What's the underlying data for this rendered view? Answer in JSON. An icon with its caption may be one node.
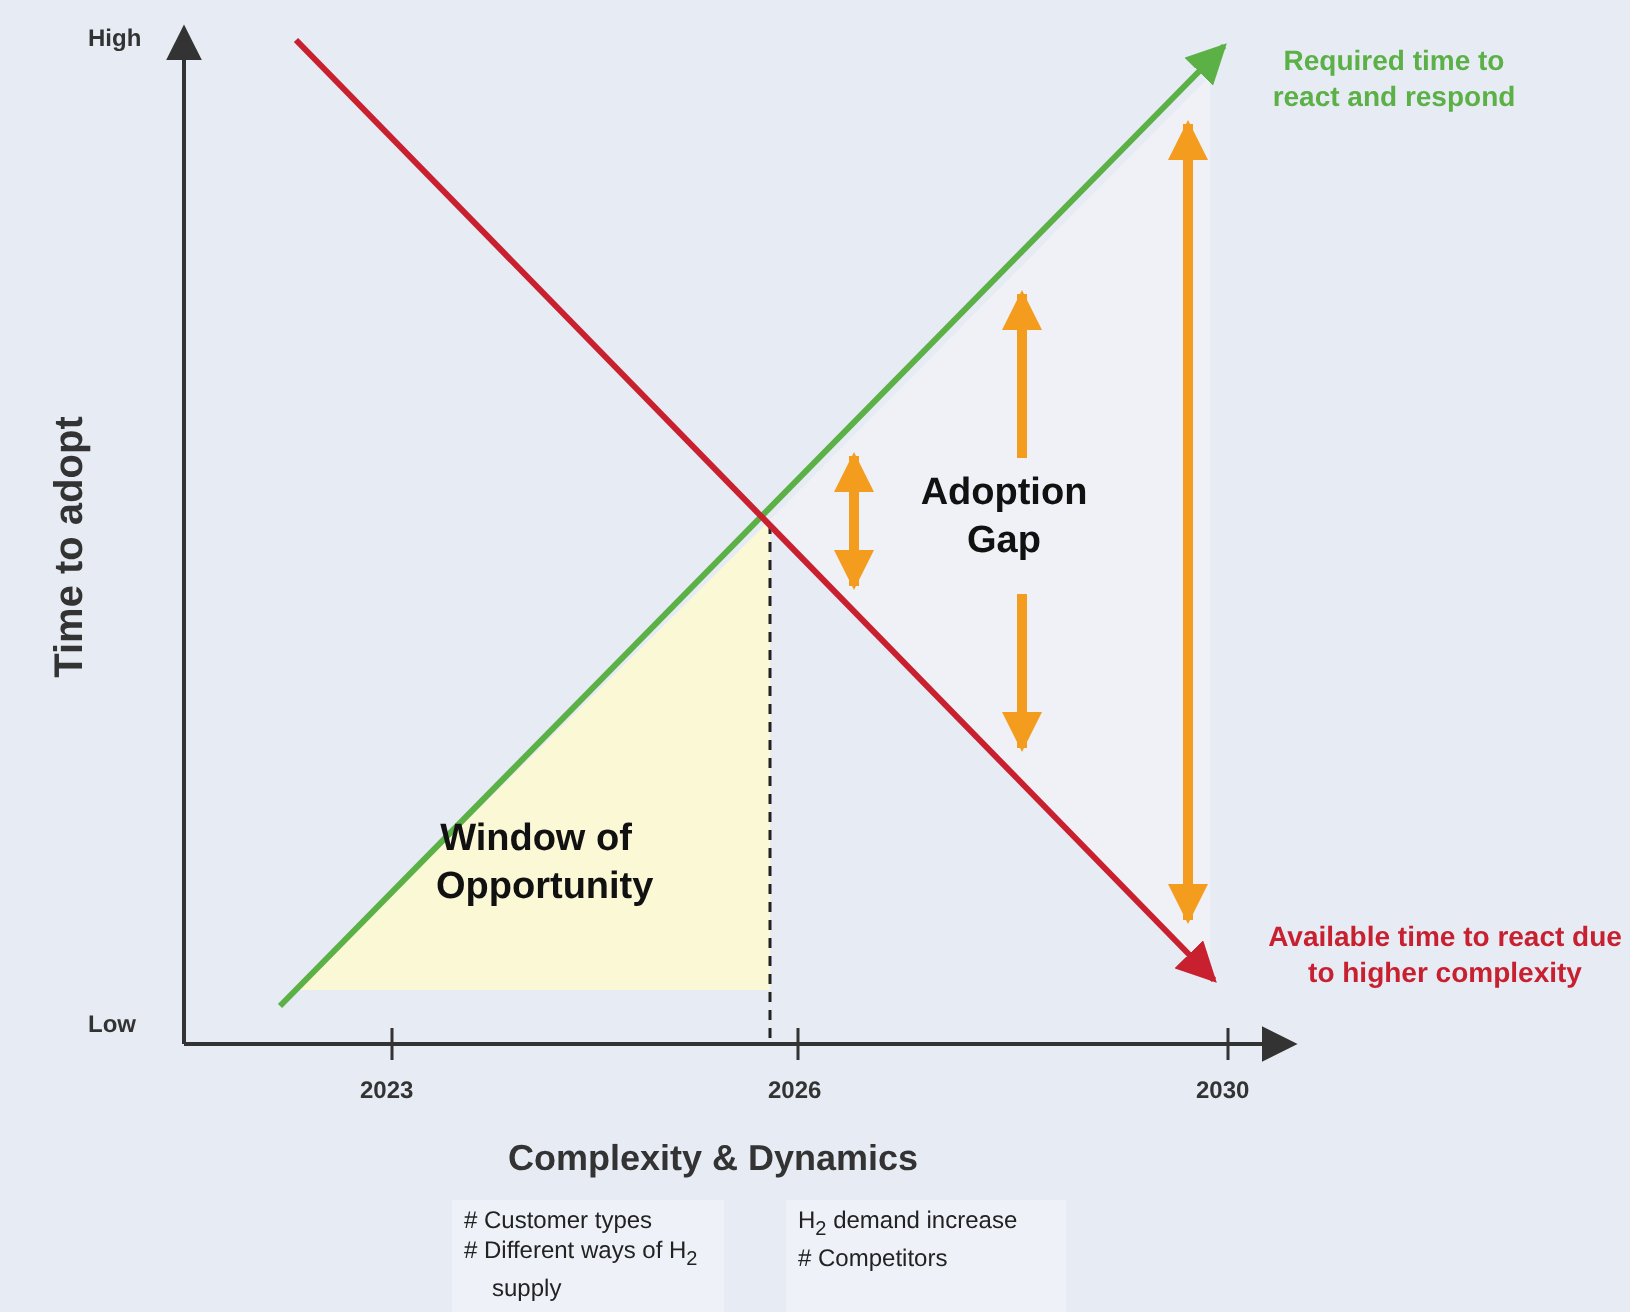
{
  "diagram": {
    "nodes": [
      {
        "text": [
          "Window of Opportunity"
        ]
      },
      {
        "text": [
          "Adoption Gap"
        ]
      },
      {
        "text": [
          "# Customer types",
          "# Different ways of H$_{2}$ supply"
        ]
      },
      {
        "text": [
          "H$_{2}$ demand increase",
          "# Competitors"
        ]
      }
    ],
    "labels": [
      "High",
      "Time to adopt",
      "Required time to react and respond",
      "Available time to react due to higher complexity",
      "Low",
      "2023",
      "2026",
      "2030",
      "Complexity & Dynamics"
    ]
  }
}
